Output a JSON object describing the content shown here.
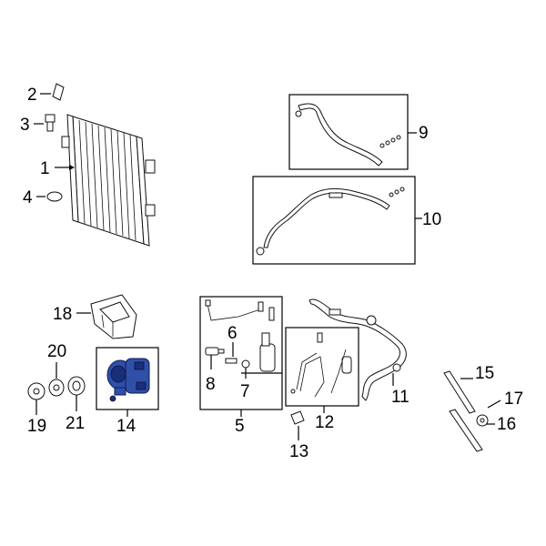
{
  "diagram": {
    "highlight_color": "#2f4fa8",
    "callouts": {
      "c1": "1",
      "c2": "2",
      "c3": "3",
      "c4": "4",
      "c5": "5",
      "c6": "6",
      "c7": "7",
      "c8": "8",
      "c9": "9",
      "c10": "10",
      "c11": "11",
      "c12": "12",
      "c13": "13",
      "c14": "14",
      "c15": "15",
      "c16": "16",
      "c17": "17",
      "c18": "18",
      "c19": "19",
      "c20": "20",
      "c21": "21"
    }
  }
}
